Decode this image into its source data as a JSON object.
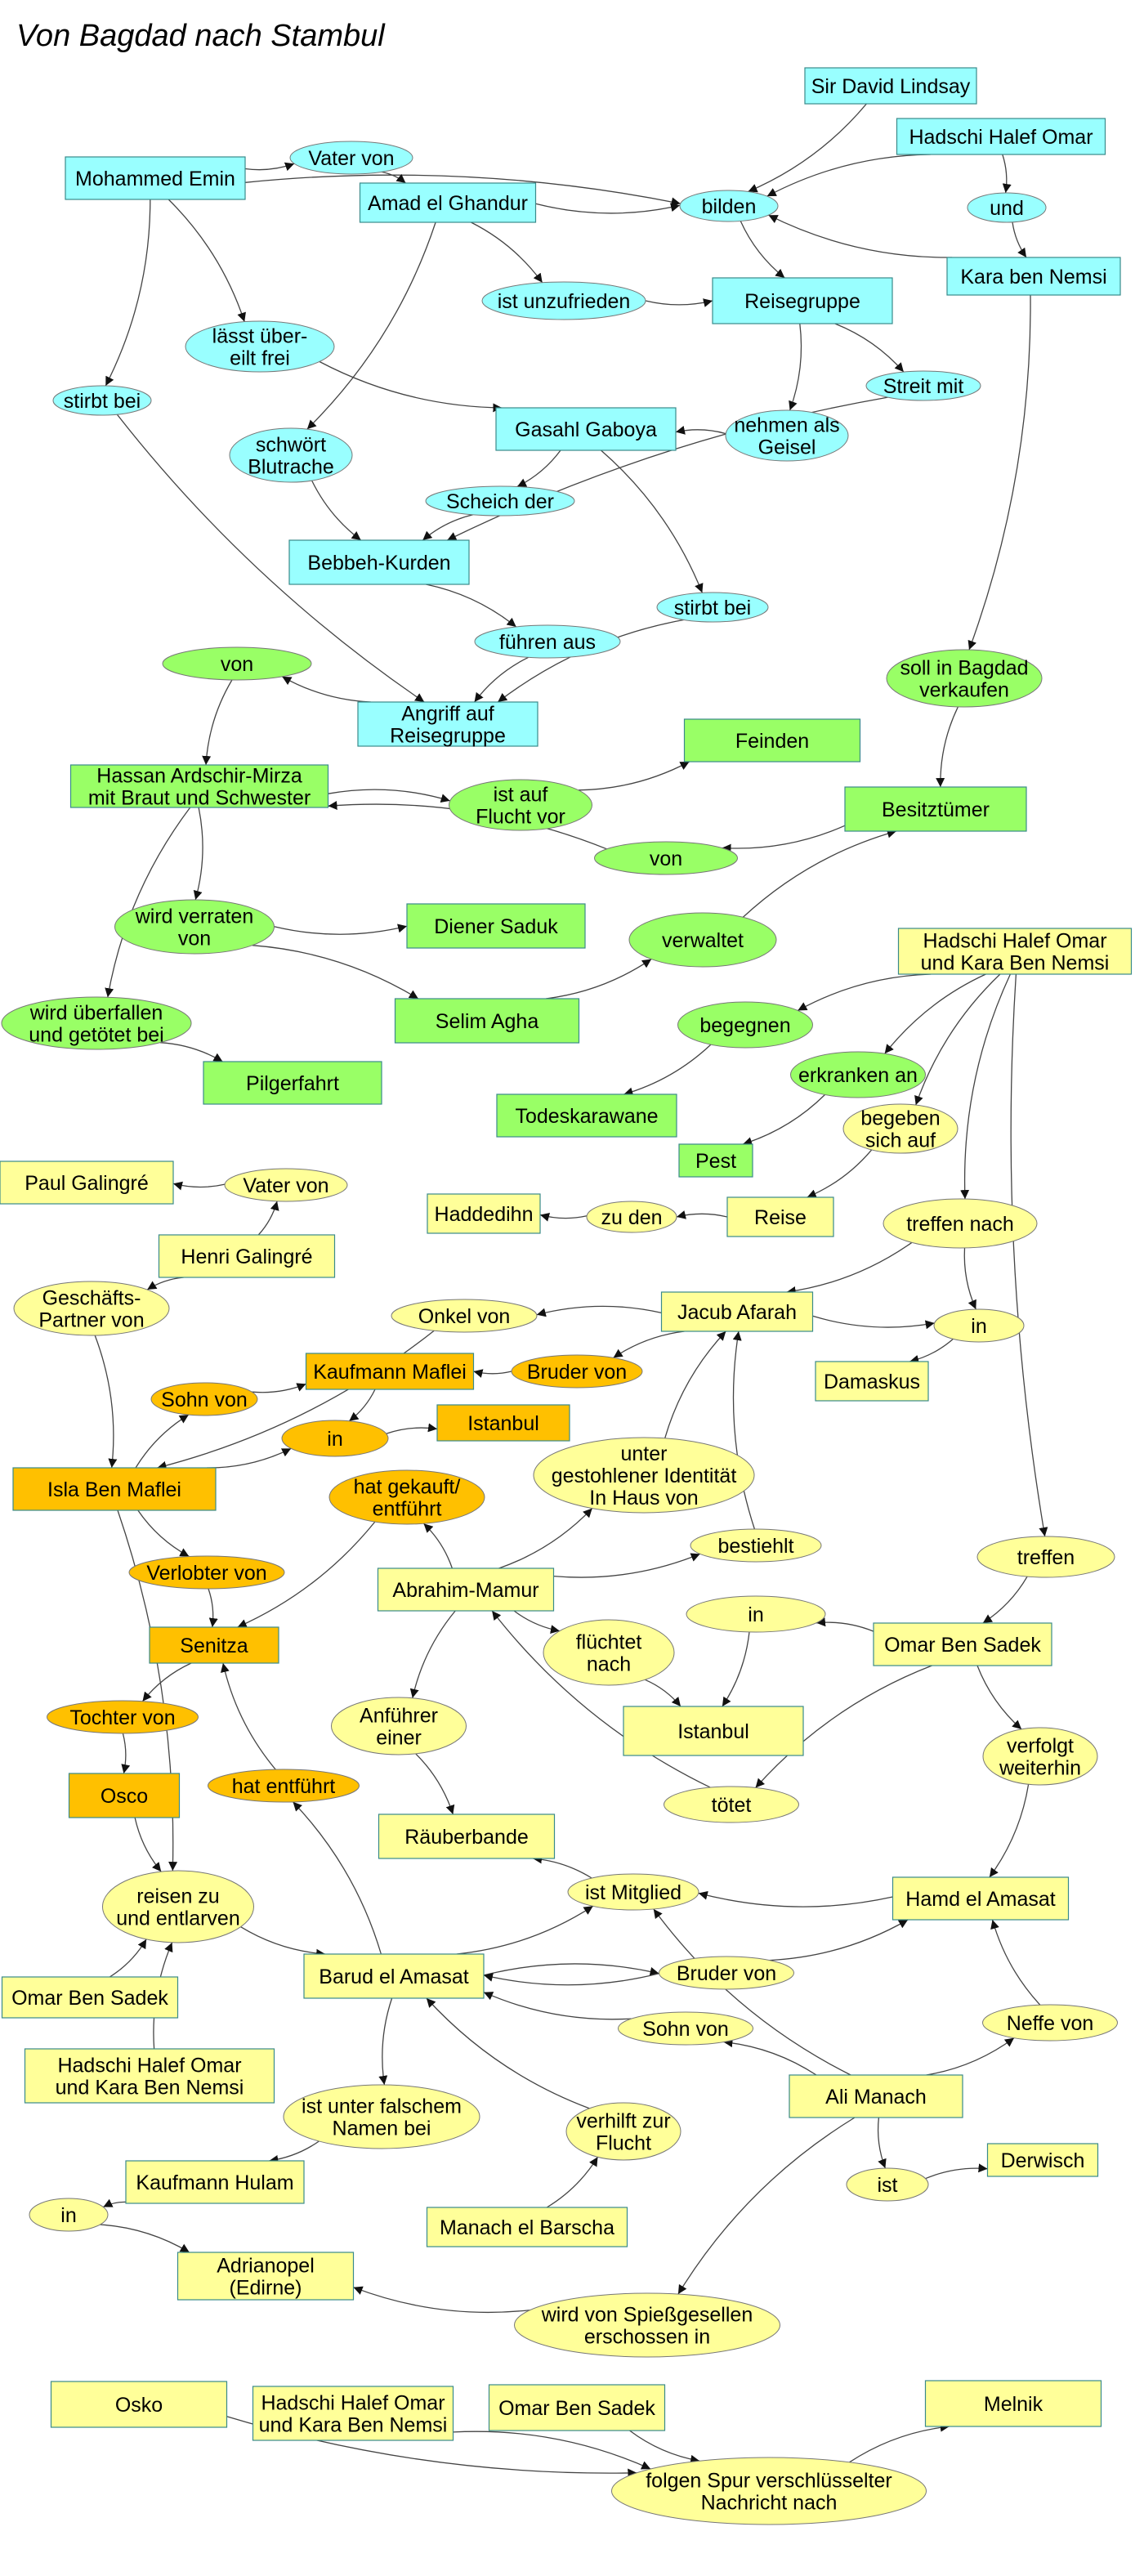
{
  "title": "Von Bagdad nach Stambul",
  "colors": {
    "cyan": "#99ffff",
    "green": "#99ff66",
    "yellow": "#ffff99",
    "orange": "#ffc000",
    "edge": "#444444"
  },
  "nodes": [
    {
      "id": "sir_david",
      "label": "Sir David Lindsay",
      "shape": "rect",
      "color": "cyan"
    },
    {
      "id": "halef1",
      "label": "Hadschi Halef Omar",
      "shape": "rect",
      "color": "cyan"
    },
    {
      "id": "mohammed",
      "label": "Mohammed Emin",
      "shape": "rect",
      "color": "cyan"
    },
    {
      "id": "vater1",
      "label": "Vater von",
      "shape": "ell",
      "color": "cyan"
    },
    {
      "id": "amad",
      "label": "Amad el Ghandur",
      "shape": "rect",
      "color": "cyan"
    },
    {
      "id": "bilden",
      "label": "bilden",
      "shape": "ell",
      "color": "cyan"
    },
    {
      "id": "und",
      "label": "und",
      "shape": "ell",
      "color": "cyan"
    },
    {
      "id": "kara1",
      "label": "Kara ben Nemsi",
      "shape": "rect",
      "color": "cyan"
    },
    {
      "id": "unzufrieden",
      "label": "ist unzufrieden",
      "shape": "ell",
      "color": "cyan"
    },
    {
      "id": "reisegruppe",
      "label": "Reisegruppe",
      "shape": "rect",
      "color": "cyan"
    },
    {
      "id": "laesst",
      "label": "lässt über-\neilt frei",
      "shape": "ell",
      "color": "cyan"
    },
    {
      "id": "streit",
      "label": "Streit mit",
      "shape": "ell",
      "color": "cyan"
    },
    {
      "id": "stirbt1",
      "label": "stirbt bei",
      "shape": "ell",
      "color": "cyan"
    },
    {
      "id": "gasahl",
      "label": "Gasahl Gaboya",
      "shape": "rect",
      "color": "cyan"
    },
    {
      "id": "geisel",
      "label": "nehmen als\nGeisel",
      "shape": "ell",
      "color": "cyan"
    },
    {
      "id": "blutrache",
      "label": "schwört\nBlutrache",
      "shape": "ell",
      "color": "cyan"
    },
    {
      "id": "scheich",
      "label": "Scheich der",
      "shape": "ell",
      "color": "cyan"
    },
    {
      "id": "bebbeh",
      "label": "Bebbeh-Kurden",
      "shape": "rect",
      "color": "cyan"
    },
    {
      "id": "stirbt2",
      "label": "stirbt bei",
      "shape": "ell",
      "color": "cyan"
    },
    {
      "id": "fuehren",
      "label": "führen aus",
      "shape": "ell",
      "color": "cyan"
    },
    {
      "id": "angriff",
      "label": "Angriff auf\nReisegruppe",
      "shape": "rect",
      "color": "cyan"
    },
    {
      "id": "von1",
      "label": "von",
      "shape": "ell",
      "color": "green"
    },
    {
      "id": "soll",
      "label": "soll in Bagdad\nverkaufen",
      "shape": "ell",
      "color": "green"
    },
    {
      "id": "hassan",
      "label": "Hassan Ardschir-Mirza\nmit Braut und Schwester",
      "shape": "rect",
      "color": "green"
    },
    {
      "id": "feinden",
      "label": "Feinden",
      "shape": "rect",
      "color": "green"
    },
    {
      "id": "flucht",
      "label": "ist auf\nFlucht vor",
      "shape": "ell",
      "color": "green"
    },
    {
      "id": "besitz",
      "label": "Besitztümer",
      "shape": "rect",
      "color": "green"
    },
    {
      "id": "von2",
      "label": "von",
      "shape": "ell",
      "color": "green"
    },
    {
      "id": "verraten",
      "label": "wird verraten\nvon",
      "shape": "ell",
      "color": "green"
    },
    {
      "id": "saduk",
      "label": "Diener Saduk",
      "shape": "rect",
      "color": "green"
    },
    {
      "id": "verwaltet",
      "label": "verwaltet",
      "shape": "ell",
      "color": "green"
    },
    {
      "id": "ueberfallen",
      "label": "wird überfallen\nund getötet bei",
      "shape": "ell",
      "color": "green"
    },
    {
      "id": "selim",
      "label": "Selim Agha",
      "shape": "rect",
      "color": "green"
    },
    {
      "id": "begegnen",
      "label": "begegnen",
      "shape": "ell",
      "color": "green"
    },
    {
      "id": "erkranken",
      "label": "erkranken an",
      "shape": "ell",
      "color": "green"
    },
    {
      "id": "pilger",
      "label": "Pilgerfahrt",
      "shape": "rect",
      "color": "green"
    },
    {
      "id": "todes",
      "label": "Todeskarawane",
      "shape": "rect",
      "color": "green"
    },
    {
      "id": "pest",
      "label": "Pest",
      "shape": "rect",
      "color": "green"
    },
    {
      "id": "hk1",
      "label": "Hadschi Halef Omar\nund Kara Ben Nemsi",
      "shape": "rect",
      "color": "yellow"
    },
    {
      "id": "begeben",
      "label": "begeben\nsich auf",
      "shape": "ell",
      "color": "yellow"
    },
    {
      "id": "paul",
      "label": "Paul Galingré",
      "shape": "rect",
      "color": "yellow"
    },
    {
      "id": "vater2",
      "label": "Vater von",
      "shape": "ell",
      "color": "yellow"
    },
    {
      "id": "hadde",
      "label": "Haddedihn",
      "shape": "rect",
      "color": "yellow"
    },
    {
      "id": "zuden",
      "label": "zu den",
      "shape": "ell",
      "color": "yellow"
    },
    {
      "id": "reise",
      "label": "Reise",
      "shape": "rect",
      "color": "yellow"
    },
    {
      "id": "treffen1",
      "label": "treffen nach",
      "shape": "ell",
      "color": "yellow"
    },
    {
      "id": "henri",
      "label": "Henri Galingré",
      "shape": "rect",
      "color": "yellow"
    },
    {
      "id": "geschaefts",
      "label": "Geschäfts-\nPartner von",
      "shape": "ell",
      "color": "yellow"
    },
    {
      "id": "onkel",
      "label": "Onkel von",
      "shape": "ell",
      "color": "yellow"
    },
    {
      "id": "jacub",
      "label": "Jacub Afarah",
      "shape": "rect",
      "color": "yellow"
    },
    {
      "id": "in1",
      "label": "in",
      "shape": "ell",
      "color": "yellow"
    },
    {
      "id": "maflei",
      "label": "Kaufmann Maflei",
      "shape": "rect",
      "color": "orange"
    },
    {
      "id": "bruder1",
      "label": "Bruder von",
      "shape": "ell",
      "color": "orange"
    },
    {
      "id": "damaskus",
      "label": "Damaskus",
      "shape": "rect",
      "color": "yellow"
    },
    {
      "id": "sohn1",
      "label": "Sohn von",
      "shape": "ell",
      "color": "orange"
    },
    {
      "id": "in2",
      "label": "in",
      "shape": "ell",
      "color": "orange"
    },
    {
      "id": "istanbul1",
      "label": "Istanbul",
      "shape": "rect",
      "color": "orange"
    },
    {
      "id": "unter",
      "label": "unter\ngestohlener Identität\nIn Haus von",
      "shape": "ell",
      "color": "yellow"
    },
    {
      "id": "isla",
      "label": "Isla Ben Maflei",
      "shape": "rect",
      "color": "orange"
    },
    {
      "id": "gekauft",
      "label": "hat gekauft/\nentführt",
      "shape": "ell",
      "color": "orange"
    },
    {
      "id": "bestiehlt",
      "label": "bestiehlt",
      "shape": "ell",
      "color": "yellow"
    },
    {
      "id": "treffen2",
      "label": "treffen",
      "shape": "ell",
      "color": "yellow"
    },
    {
      "id": "verlobter",
      "label": "Verlobter von",
      "shape": "ell",
      "color": "orange"
    },
    {
      "id": "abrahim",
      "label": "Abrahim-Mamur",
      "shape": "rect",
      "color": "yellow"
    },
    {
      "id": "in3",
      "label": "in",
      "shape": "ell",
      "color": "yellow"
    },
    {
      "id": "omar1",
      "label": "Omar Ben Sadek",
      "shape": "rect",
      "color": "yellow"
    },
    {
      "id": "senitza",
      "label": "Senitza",
      "shape": "rect",
      "color": "orange"
    },
    {
      "id": "fluechtet",
      "label": "flüchtet\nnach",
      "shape": "ell",
      "color": "yellow"
    },
    {
      "id": "tochter",
      "label": "Tochter von",
      "shape": "ell",
      "color": "orange"
    },
    {
      "id": "anfuehrer",
      "label": "Anführer\neiner",
      "shape": "ell",
      "color": "yellow"
    },
    {
      "id": "istanbul2",
      "label": "Istanbul",
      "shape": "rect",
      "color": "yellow"
    },
    {
      "id": "verfolgt",
      "label": "verfolgt\nweiterhin",
      "shape": "ell",
      "color": "yellow"
    },
    {
      "id": "osco",
      "label": "Osco",
      "shape": "rect",
      "color": "orange"
    },
    {
      "id": "entfuehrt",
      "label": "hat entführt",
      "shape": "ell",
      "color": "orange"
    },
    {
      "id": "toetet",
      "label": "tötet",
      "shape": "ell",
      "color": "yellow"
    },
    {
      "id": "raeuber",
      "label": "Räuberbande",
      "shape": "rect",
      "color": "yellow"
    },
    {
      "id": "mitglied",
      "label": "ist Mitglied",
      "shape": "ell",
      "color": "yellow"
    },
    {
      "id": "hamd",
      "label": "Hamd el Amasat",
      "shape": "rect",
      "color": "yellow"
    },
    {
      "id": "reisen",
      "label": "reisen zu\nund entlarven",
      "shape": "ell",
      "color": "yellow"
    },
    {
      "id": "omar2",
      "label": "Omar Ben Sadek",
      "shape": "rect",
      "color": "yellow"
    },
    {
      "id": "barud",
      "label": "Barud el Amasat",
      "shape": "rect",
      "color": "yellow"
    },
    {
      "id": "bruder2",
      "label": "Bruder von",
      "shape": "ell",
      "color": "yellow"
    },
    {
      "id": "sohn2",
      "label": "Sohn von",
      "shape": "ell",
      "color": "yellow"
    },
    {
      "id": "neffe",
      "label": "Neffe von",
      "shape": "ell",
      "color": "yellow"
    },
    {
      "id": "hk2",
      "label": "Hadschi Halef Omar\nund Kara Ben Nemsi",
      "shape": "rect",
      "color": "yellow"
    },
    {
      "id": "ali",
      "label": "Ali Manach",
      "shape": "rect",
      "color": "yellow"
    },
    {
      "id": "falsch",
      "label": "ist unter falschem\nNamen bei",
      "shape": "ell",
      "color": "yellow"
    },
    {
      "id": "verhilft",
      "label": "verhilft zur\nFlucht",
      "shape": "ell",
      "color": "yellow"
    },
    {
      "id": "derwisch",
      "label": "Derwisch",
      "shape": "rect",
      "color": "yellow"
    },
    {
      "id": "ist",
      "label": "ist",
      "shape": "ell",
      "color": "yellow"
    },
    {
      "id": "hulam",
      "label": "Kaufmann Hulam",
      "shape": "rect",
      "color": "yellow"
    },
    {
      "id": "in4",
      "label": "in",
      "shape": "ell",
      "color": "yellow"
    },
    {
      "id": "barscha",
      "label": "Manach el Barscha",
      "shape": "rect",
      "color": "yellow"
    },
    {
      "id": "adrianopel",
      "label": "Adrianopel\n(Edirne)",
      "shape": "rect",
      "color": "yellow"
    },
    {
      "id": "erschossen",
      "label": "wird von Spießgesellen\nerschossen in",
      "shape": "ell",
      "color": "yellow"
    },
    {
      "id": "osko",
      "label": "Osko",
      "shape": "rect",
      "color": "yellow"
    },
    {
      "id": "hk3",
      "label": "Hadschi Halef Omar\nund Kara Ben Nemsi",
      "shape": "rect",
      "color": "yellow"
    },
    {
      "id": "omar3",
      "label": "Omar Ben Sadek",
      "shape": "rect",
      "color": "yellow"
    },
    {
      "id": "melnik",
      "label": "Melnik",
      "shape": "rect",
      "color": "yellow"
    },
    {
      "id": "spur",
      "label": "folgen Spur verschlüsselter\nNachricht nach",
      "shape": "ell",
      "color": "yellow"
    }
  ],
  "edges": [
    [
      "sir_david",
      "bilden"
    ],
    [
      "halef1",
      "bilden"
    ],
    [
      "mohammed",
      "bilden"
    ],
    [
      "amad",
      "bilden"
    ],
    [
      "halef1",
      "und"
    ],
    [
      "und",
      "kara1"
    ],
    [
      "kara1",
      "bilden"
    ],
    [
      "mohammed",
      "vater1"
    ],
    [
      "vater1",
      "amad"
    ],
    [
      "bilden",
      "reisegruppe"
    ],
    [
      "amad",
      "unzufrieden"
    ],
    [
      "unzufrieden",
      "reisegruppe"
    ],
    [
      "mohammed",
      "laesst"
    ],
    [
      "laesst",
      "gasahl"
    ],
    [
      "mohammed",
      "stirbt1"
    ],
    [
      "stirbt1",
      "angriff"
    ],
    [
      "reisegruppe",
      "streit"
    ],
    [
      "streit",
      "bebbeh"
    ],
    [
      "reisegruppe",
      "geisel"
    ],
    [
      "geisel",
      "gasahl"
    ],
    [
      "amad",
      "blutrache"
    ],
    [
      "blutrache",
      "bebbeh"
    ],
    [
      "gasahl",
      "scheich"
    ],
    [
      "scheich",
      "bebbeh"
    ],
    [
      "gasahl",
      "stirbt2"
    ],
    [
      "stirbt2",
      "angriff"
    ],
    [
      "bebbeh",
      "fuehren"
    ],
    [
      "fuehren",
      "angriff"
    ],
    [
      "angriff",
      "von1"
    ],
    [
      "von1",
      "hassan"
    ],
    [
      "kara1",
      "soll"
    ],
    [
      "soll",
      "besitz"
    ],
    [
      "hassan",
      "flucht"
    ],
    [
      "flucht",
      "feinden"
    ],
    [
      "besitz",
      "von2"
    ],
    [
      "von2",
      "hassan"
    ],
    [
      "hassan",
      "verraten"
    ],
    [
      "verraten",
      "saduk"
    ],
    [
      "verraten",
      "selim"
    ],
    [
      "hassan",
      "ueberfallen"
    ],
    [
      "ueberfallen",
      "pilger"
    ],
    [
      "selim",
      "verwaltet"
    ],
    [
      "verwaltet",
      "besitz"
    ],
    [
      "hk1",
      "begegnen"
    ],
    [
      "begegnen",
      "todes"
    ],
    [
      "hk1",
      "erkranken"
    ],
    [
      "erkranken",
      "pest"
    ],
    [
      "hk1",
      "begeben"
    ],
    [
      "begeben",
      "reise"
    ],
    [
      "hk1",
      "treffen1"
    ],
    [
      "treffen1",
      "jacub"
    ],
    [
      "treffen1",
      "in1"
    ],
    [
      "in1",
      "damaskus"
    ],
    [
      "hk1",
      "treffen2"
    ],
    [
      "treffen2",
      "omar1"
    ],
    [
      "reise",
      "zuden"
    ],
    [
      "zuden",
      "hadde"
    ],
    [
      "henri",
      "vater2"
    ],
    [
      "vater2",
      "paul"
    ],
    [
      "henri",
      "geschaefts"
    ],
    [
      "geschaefts",
      "isla"
    ],
    [
      "jacub",
      "onkel"
    ],
    [
      "onkel",
      "isla"
    ],
    [
      "jacub",
      "bruder1"
    ],
    [
      "bruder1",
      "maflei"
    ],
    [
      "jacub",
      "in1"
    ],
    [
      "isla",
      "sohn1"
    ],
    [
      "sohn1",
      "maflei"
    ],
    [
      "maflei",
      "in2"
    ],
    [
      "isla",
      "in2"
    ],
    [
      "in2",
      "istanbul1"
    ],
    [
      "abrahim",
      "unter"
    ],
    [
      "unter",
      "jacub"
    ],
    [
      "abrahim",
      "bestiehlt"
    ],
    [
      "bestiehlt",
      "jacub"
    ],
    [
      "abrahim",
      "gekauft"
    ],
    [
      "gekauft",
      "senitza"
    ],
    [
      "isla",
      "verlobter"
    ],
    [
      "verlobter",
      "senitza"
    ],
    [
      "senitza",
      "tochter"
    ],
    [
      "tochter",
      "osco"
    ],
    [
      "omar1",
      "in3"
    ],
    [
      "in3",
      "istanbul2"
    ],
    [
      "abrahim",
      "fluechtet"
    ],
    [
      "fluechtet",
      "istanbul2"
    ],
    [
      "abrahim",
      "anfuehrer"
    ],
    [
      "anfuehrer",
      "raeuber"
    ],
    [
      "omar1",
      "verfolgt"
    ],
    [
      "verfolgt",
      "hamd"
    ],
    [
      "omar1",
      "toetet"
    ],
    [
      "toetet",
      "abrahim"
    ],
    [
      "barud",
      "entfuehrt"
    ],
    [
      "entfuehrt",
      "senitza"
    ],
    [
      "osco",
      "reisen"
    ],
    [
      "isla",
      "reisen"
    ],
    [
      "omar2",
      "reisen"
    ],
    [
      "hk2",
      "reisen"
    ],
    [
      "reisen",
      "barud"
    ],
    [
      "hamd",
      "mitglied"
    ],
    [
      "barud",
      "mitglied"
    ],
    [
      "ali",
      "mitglied"
    ],
    [
      "mitglied",
      "raeuber"
    ],
    [
      "barud",
      "bruder2"
    ],
    [
      "bruder2",
      "hamd"
    ],
    [
      "bruder2",
      "barud"
    ],
    [
      "ali",
      "sohn2"
    ],
    [
      "sohn2",
      "barud"
    ],
    [
      "ali",
      "neffe"
    ],
    [
      "neffe",
      "hamd"
    ],
    [
      "barud",
      "falsch"
    ],
    [
      "falsch",
      "hulam"
    ],
    [
      "barscha",
      "verhilft"
    ],
    [
      "verhilft",
      "barud"
    ],
    [
      "ali",
      "ist"
    ],
    [
      "ist",
      "derwisch"
    ],
    [
      "hulam",
      "in4"
    ],
    [
      "in4",
      "adrianopel"
    ],
    [
      "ali",
      "erschossen"
    ],
    [
      "erschossen",
      "adrianopel"
    ],
    [
      "osko",
      "spur"
    ],
    [
      "hk3",
      "spur"
    ],
    [
      "omar3",
      "spur"
    ],
    [
      "spur",
      "melnik"
    ]
  ]
}
